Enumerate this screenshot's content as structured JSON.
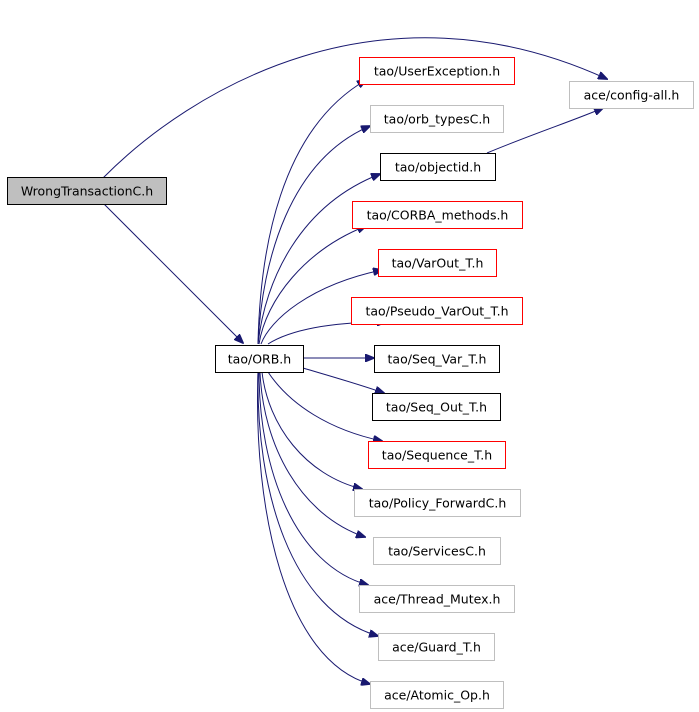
{
  "diagram": {
    "type": "include-dependency-graph",
    "root": "WrongTransactionC.h",
    "colors": {
      "edge": "#191970",
      "root_fill": "#bfbfbf",
      "border_default": "#000000",
      "border_red": "#ff0000",
      "border_gray": "#bfbfbf"
    },
    "nodes": [
      {
        "id": "root",
        "label": "WrongTransactionC.h",
        "style": "root"
      },
      {
        "id": "orb",
        "label": "tao/ORB.h",
        "style": "black"
      },
      {
        "id": "config",
        "label": "ace/config-all.h",
        "style": "gray"
      },
      {
        "id": "userexc",
        "label": "tao/UserException.h",
        "style": "red"
      },
      {
        "id": "orbtypes",
        "label": "tao/orb_typesC.h",
        "style": "gray"
      },
      {
        "id": "objectid",
        "label": "tao/objectid.h",
        "style": "black"
      },
      {
        "id": "corba",
        "label": "tao/CORBA_methods.h",
        "style": "red"
      },
      {
        "id": "varout",
        "label": "tao/VarOut_T.h",
        "style": "red"
      },
      {
        "id": "pseudo",
        "label": "tao/Pseudo_VarOut_T.h",
        "style": "red"
      },
      {
        "id": "seqvar",
        "label": "tao/Seq_Var_T.h",
        "style": "black"
      },
      {
        "id": "seqout",
        "label": "tao/Seq_Out_T.h",
        "style": "black"
      },
      {
        "id": "sequence",
        "label": "tao/Sequence_T.h",
        "style": "red"
      },
      {
        "id": "policy",
        "label": "tao/Policy_ForwardC.h",
        "style": "gray"
      },
      {
        "id": "services",
        "label": "tao/ServicesC.h",
        "style": "gray"
      },
      {
        "id": "mutex",
        "label": "ace/Thread_Mutex.h",
        "style": "gray"
      },
      {
        "id": "guard",
        "label": "ace/Guard_T.h",
        "style": "gray"
      },
      {
        "id": "atomic",
        "label": "ace/Atomic_Op.h",
        "style": "gray"
      }
    ],
    "edges": [
      {
        "from": "root",
        "to": "config"
      },
      {
        "from": "root",
        "to": "orb"
      },
      {
        "from": "objectid",
        "to": "config"
      },
      {
        "from": "orb",
        "to": "userexc"
      },
      {
        "from": "orb",
        "to": "orbtypes"
      },
      {
        "from": "orb",
        "to": "objectid"
      },
      {
        "from": "orb",
        "to": "corba"
      },
      {
        "from": "orb",
        "to": "varout"
      },
      {
        "from": "orb",
        "to": "pseudo"
      },
      {
        "from": "orb",
        "to": "seqvar"
      },
      {
        "from": "orb",
        "to": "seqout"
      },
      {
        "from": "orb",
        "to": "sequence"
      },
      {
        "from": "orb",
        "to": "policy"
      },
      {
        "from": "orb",
        "to": "services"
      },
      {
        "from": "orb",
        "to": "mutex"
      },
      {
        "from": "orb",
        "to": "guard"
      },
      {
        "from": "orb",
        "to": "atomic"
      }
    ]
  }
}
